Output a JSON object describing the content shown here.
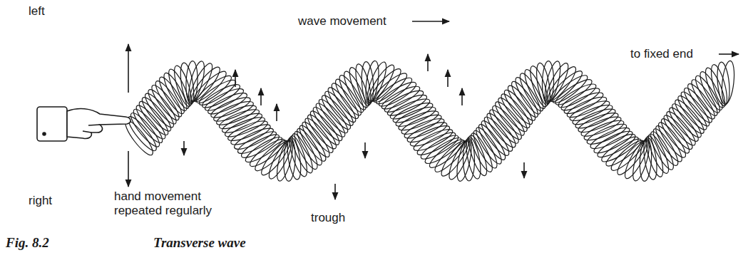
{
  "diagram": {
    "labels": [
      "left",
      "wave movement",
      "to fixed end",
      "right",
      "hand movement repeated regularly",
      "trough",
      "Fig. 8.2",
      "Transverse wave"
    ]
  }
}
